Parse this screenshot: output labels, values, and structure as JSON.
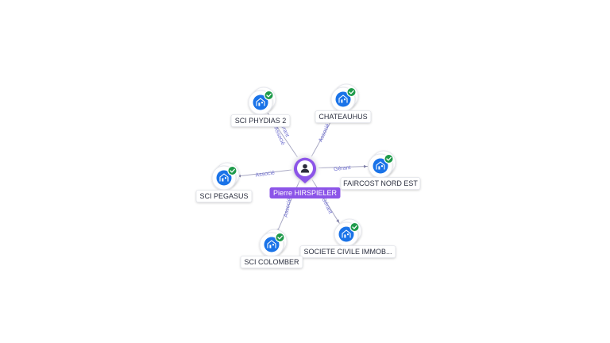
{
  "colors": {
    "company_node": "#1a73e8",
    "check_badge": "#1e9a4a",
    "person_label": "#8c55e8",
    "person_node": "#8c55e8",
    "edge_label": "#6f6fd0"
  },
  "center": {
    "name": "Pierre HIRSPIELER",
    "icon": "person-icon"
  },
  "companies": [
    {
      "name": "SCI PHYDIAS 2",
      "icon": "building-icon",
      "badge": "check-icon"
    },
    {
      "name": "CHATEAUHUS",
      "icon": "building-icon",
      "badge": "check-icon"
    },
    {
      "name": "FAIRCOST NORD EST",
      "icon": "building-icon",
      "badge": "check-icon"
    },
    {
      "name": "SOCIETE CIVILE IMMOB...",
      "icon": "building-icon",
      "badge": "check-icon"
    },
    {
      "name": "SCI COLOMBER",
      "icon": "building-icon",
      "badge": "check-icon"
    },
    {
      "name": "SCI PEGASUS",
      "icon": "building-icon",
      "badge": "check-icon"
    }
  ],
  "relations": [
    {
      "to": "SCI PHYDIAS 2",
      "labels": [
        "Gérant",
        "Associé"
      ]
    },
    {
      "to": "CHATEAUHUS",
      "labels": [
        "Associé"
      ]
    },
    {
      "to": "FAIRCOST NORD EST",
      "labels": [
        "Gérant"
      ]
    },
    {
      "to": "SOCIETE CIVILE IMMOB...",
      "labels": [
        "Gérant"
      ]
    },
    {
      "to": "SCI COLOMBER",
      "labels": [
        "Associé"
      ]
    },
    {
      "to": "SCI PEGASUS",
      "labels": [
        "Associé"
      ]
    }
  ]
}
